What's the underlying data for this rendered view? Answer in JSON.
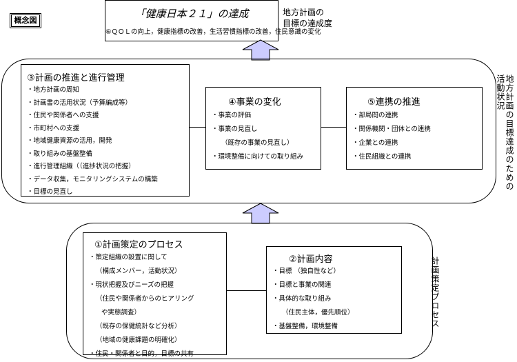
{
  "tag": "概念図",
  "goal": {
    "title": "「健康日本２１」の達成",
    "subtitle": "⑥ＱＯＬの向上，健康指標の改善，生活習慣指標の改善，住民意識の変化"
  },
  "goal_label": [
    "地方計画の",
    "目標の達成度"
  ],
  "activity_label": [
    "地方計画の目標達成のための",
    "活動状況"
  ],
  "process_label": "計画策定プロセス",
  "box3": {
    "title": "③計画の推進と進行管理",
    "items": [
      "・地方計画の周知",
      "・計画書の活用状況（予算編成等）",
      "・住民や関係者への支援",
      "・市町村への支援",
      "・地域健康資源の活用，開発",
      "・取り組みの基盤整備",
      "・進行管理組織（（進捗状況の把握）",
      "・データ収集，モニタリングシステムの構築",
      "・目標の見直し"
    ]
  },
  "box4": {
    "title": "④事業の変化",
    "items": [
      "・事業の評価",
      "・事業の見直し",
      "（既存の事業の見直し）",
      "・環境整備に向けての取り組み"
    ]
  },
  "box5": {
    "title": "⑤連携の推進",
    "items": [
      "・部局間の連携",
      "・関係機関・団体との連携",
      "・企業との連携",
      "・住民組織との連携"
    ]
  },
  "box1": {
    "title": "①計画策定のプロセス",
    "items": [
      "・策定組織の設置に関して",
      "（構成メンバー，活動状況）",
      "・現状把握及びニーズの把握",
      "（住民や関係者からのヒアリング",
      "や実態調査）",
      "（既存の保健統計など分析）",
      "（地域の健康課題の明確化）",
      "・住民・関係者と目的，目標の共有"
    ]
  },
  "box2": {
    "title": "②計画内容",
    "items": [
      "・目標 （独自性など）",
      "・目標と事業の関連",
      "・具体的な取り組み",
      "（住民主体，優先順位）",
      "・基盤整備，環境整備"
    ]
  },
  "colors": {
    "arrow": "#ccccff"
  }
}
